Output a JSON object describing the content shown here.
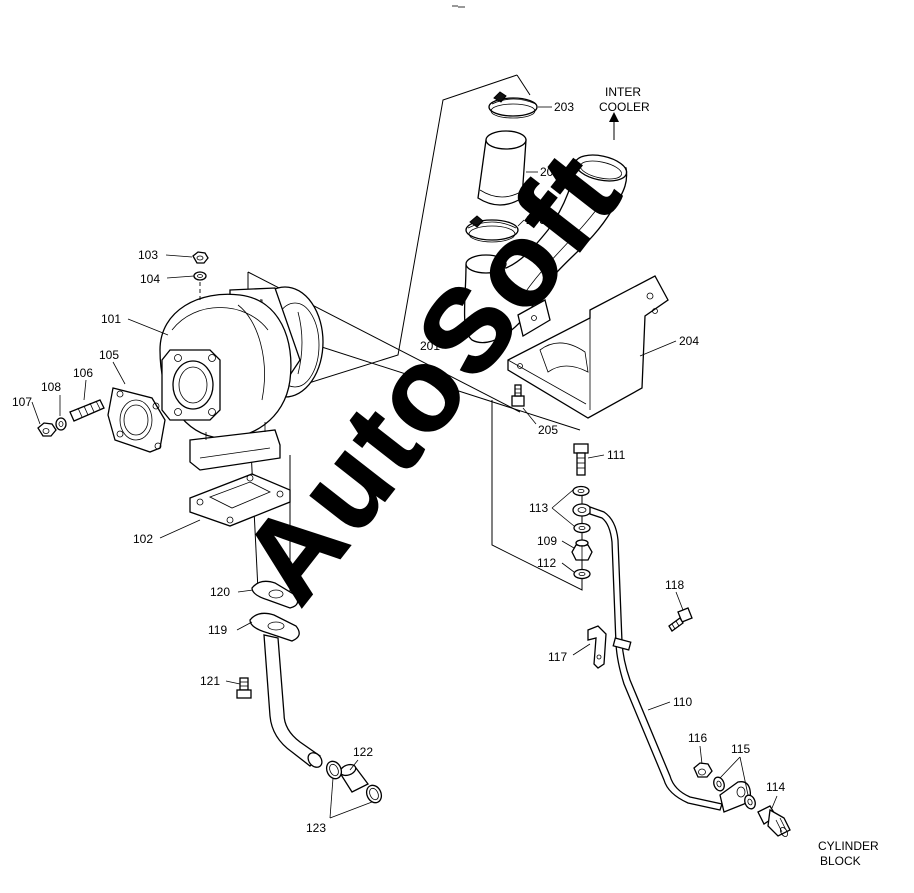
{
  "labels": {
    "p101": "101",
    "p102": "102",
    "p103": "103",
    "p104": "104",
    "p105": "105",
    "p106": "106",
    "p107": "107",
    "p108": "108",
    "p109": "109",
    "p110": "110",
    "p111": "111",
    "p112": "112",
    "p113": "113",
    "p114": "114",
    "p115": "115",
    "p116": "116",
    "p117": "117",
    "p118": "118",
    "p119": "119",
    "p120": "120",
    "p121": "121",
    "p122": "122",
    "p123": "123",
    "p201": "201",
    "p202": "202",
    "p203a": "203",
    "p203b": "203",
    "p204": "204",
    "p205": "205"
  },
  "annotations": {
    "intercooler_line1": "INTER",
    "intercooler_line2": "COOLER",
    "cylinder_line1": "CYLINDER",
    "cylinder_line2": "BLOCK"
  },
  "watermark": "AutoSoft"
}
